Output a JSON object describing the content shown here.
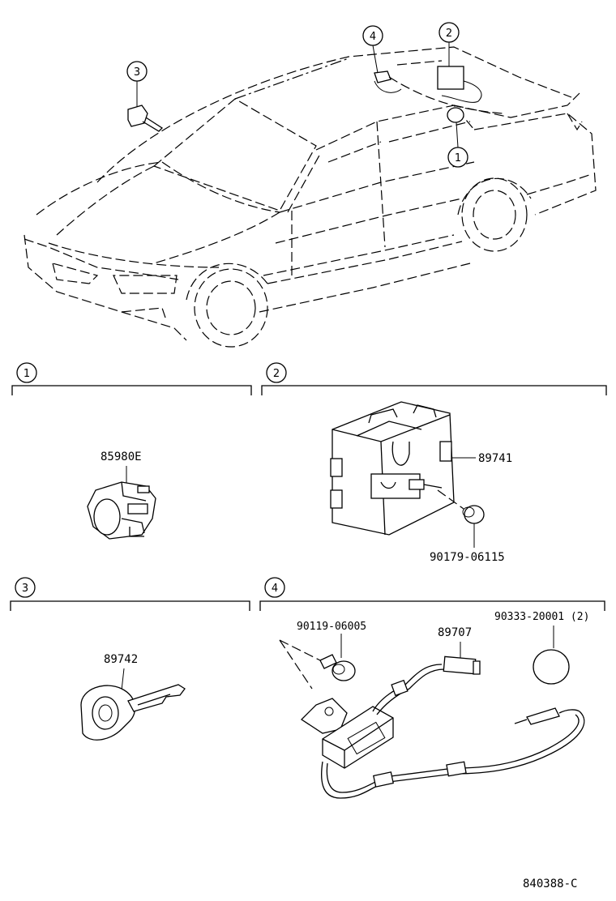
{
  "callouts": {
    "car_1": "1",
    "car_2": "2",
    "car_3": "3",
    "car_4": "4"
  },
  "sections": [
    {
      "num": "1"
    },
    {
      "num": "2"
    },
    {
      "num": "3"
    },
    {
      "num": "4"
    }
  ],
  "parts": {
    "s1_sensor": "85980E",
    "s2_module": "89741",
    "s2_nut": "90179-06115",
    "s3_key": "89742",
    "s4_bolt": "90119-06005",
    "s4_harness": "89707",
    "s4_battery": "90333-20001 (2)"
  },
  "figure_id": "840388-C"
}
